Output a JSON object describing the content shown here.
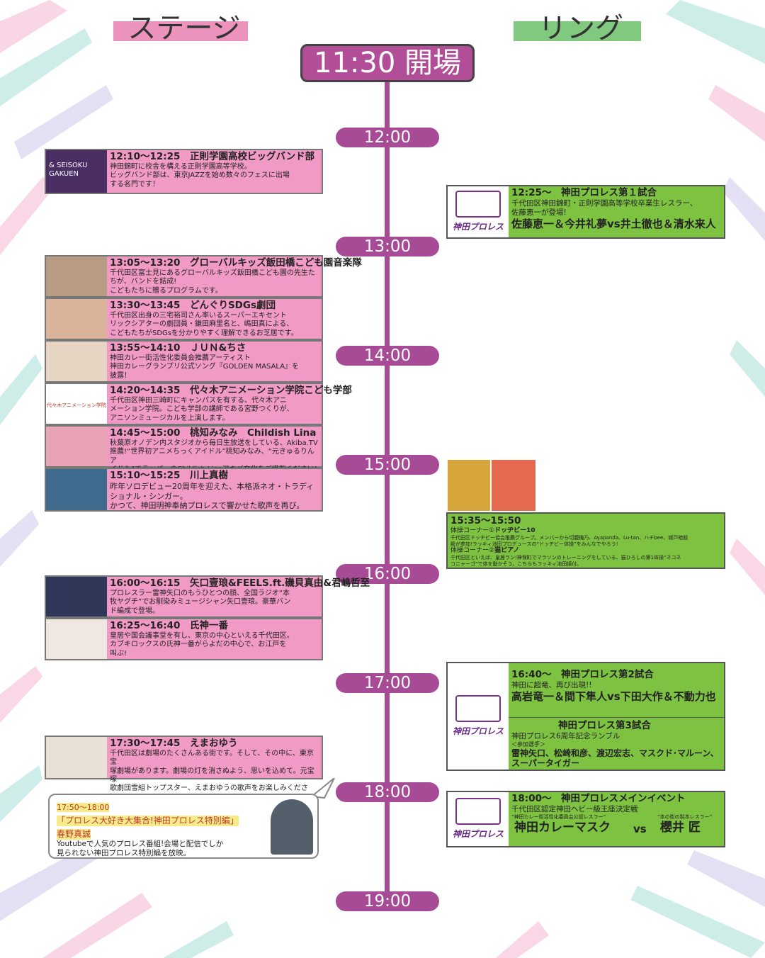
{
  "headers": {
    "stage": "ステージ",
    "ring": "リング",
    "opening": "11:30 開場"
  },
  "hours": [
    "12:00",
    "13:00",
    "14:00",
    "15:00",
    "16:00",
    "17:00",
    "18:00",
    "19:00"
  ],
  "stage": [
    {
      "logo": "& SEISOKU GAKUEN",
      "title": "12:10〜12:25　正則学園高校ビッグバンド部",
      "desc": [
        "神田錦町に校舎を構える正則学園高等学校。",
        "ビッグバンド部は、東京JAZZを始め数々のフェスに出場",
        "する名門です！"
      ]
    },
    {
      "title": "13:05〜13:20　グローバルキッズ飯田橋こども園音楽隊",
      "desc": [
        "千代田区富士見にあるグローバルキッズ飯田橋こども園の先生た",
        "ちが、バンドを結成!",
        "こどもたちに贈るプログラムです。"
      ]
    },
    {
      "title": "13:30〜13:45　どんぐりSDGs劇団",
      "desc": [
        "千代田区出身の三宅裕司さん率いるスーパーエキセント",
        "リックシアターの劇団員・鎌田麻里名と、嶋田真による、",
        "こどもたちがSDGsを分かりやすく理解できるお芝居です。"
      ]
    },
    {
      "title": "13:55〜14:10　ＪＵＮ&ちさ",
      "desc": [
        "神田カレー街活性化委員会推薦アーティスト",
        "神田カレーグランプリ公式ソング『GOLDEN MASALA』を",
        "披露！"
      ]
    },
    {
      "logo": "代々木アニメーション学院",
      "title": "14:20〜14:35　代々木アニメーション学院こども学部",
      "desc": [
        "千代田区神田三崎町にキャンパスを有する、代々木アニ",
        "メーション学院。こども学部の講師である宮野つくりが、",
        "アニソンミュージカルを上演します。"
      ]
    },
    {
      "title": "14:45〜15:00　桃知みなみ　Childish Lina",
      "desc": [
        "秋葉原オノデン内スタジオから毎日生放送をしている、Akiba.TV",
        "推薦!“世界初アニメちっくアイドル”桃知みなみ、“元きゅるりんア",
        "イドル”でラッパーのChildish Linaアキバ文化をご堪能ください!"
      ]
    },
    {
      "title": "15:10〜15:25　川上真樹",
      "desc": [
        "昨年ソロデビュー20周年を迎えた、本格派ネオ・トラディ",
        "ショナル・シンガー。",
        "かつて、神田明神奉納プロレスで響かせた歌声を再び。"
      ]
    },
    {
      "title": "16:00〜16:15　矢口壹琅&FEELS.ft.磯貝真由&君嶋哲至",
      "desc": [
        "プロレスラー雷神矢口のもうひとつの顔、全国ラジオ“本",
        "牧ヤグチ”でお馴染みミュージシャン矢口壹琅。豪華バン",
        "ド編成で登場。"
      ]
    },
    {
      "title": "16:25〜16:40　氏神一番",
      "desc": [
        "皇居や国会議事堂を有し、東京の中心といえる千代田区。",
        "カブキロックスの氏神一番がらよだの中心で、お江戸を",
        "叫ぶ!"
      ]
    },
    {
      "title": "17:30〜17:45　えまおゆう",
      "desc": [
        "千代田区は劇場のたくさんある街です。そして、その中に、東京宝",
        "塚劇場があります。劇場の灯を消さぬよう、思いを込めて。元宝塚",
        "歌劇団雪組トップスター、えまおゆうの歌声をお楽しみください。"
      ]
    }
  ],
  "bubble": {
    "time": "17:50〜18:00",
    "title": "「プロレス大好き大集合!神田プロレス特別編」",
    "name": "春野真誠",
    "desc": [
      "Youtubeで人気のプロレス番組!会場と配信でしか",
      "見られない神田プロレス特別編を放映。"
    ]
  },
  "ring": {
    "logo_word": "神田プロレス",
    "match1": {
      "title": "12:25〜　神田プロレス第１試合",
      "desc": [
        "千代田区神田錦町・正則学園高等学校卒業生レスラー、",
        "佐藤恵一が登場!"
      ],
      "card": "佐藤恵一＆今井礼夢vs井土徹也＆清水来人"
    },
    "exercise": {
      "title": "15:35〜15:50",
      "c1_label": "体操コーナー①",
      "c1_name": "ドッヂビー10",
      "c1_desc": [
        "千代田区ドッヂビー協会推薦グループ。メンバーから切腹機乃、Ayapanda、Lu-tan、ハチbee、城戸暗殺",
        "殿が参加!ラッキィ池田プロデュースの“ドッヂビー体操”をみんなでやろう!"
      ],
      "c2_label": "体操コーナー②",
      "c2_name": "猫ピアノ",
      "c2_desc": [
        "千代田区といえば、皇居ラン!神保町でマラソンのトレーニングをしている、猫ひろしの第1体操“ネコネ",
        "コニャーゴ”で体を動かそう。こちらもラッキィ池田振付。"
      ]
    },
    "match2": {
      "title": "16:40〜　神田プロレス第2試合",
      "desc": [
        "神田に超竜、再び出現!!"
      ],
      "card": "高岩竜一＆間下隼人vs下田大作＆不動力也"
    },
    "match3": {
      "title": "神田プロレス第3試合",
      "desc": [
        "神田プロレス6周年記念ランブル",
        "＜参加選手＞"
      ],
      "card": [
        "雷神矢口、松崎和彦、渡辺宏志、マスクド･マルーン、",
        "スーパータイガー"
      ]
    },
    "main": {
      "title": "18:00〜　神田プロレスメインイベント",
      "desc": "千代田区認定神田ヘビー級王座決定戦",
      "left_sub": "“神田カレー街活性化委員会公認レスラー”",
      "left": "神田カレーマスク",
      "vs": "vs",
      "right_sub": "“本の街の製本レスラー”",
      "right": "櫻井 匠"
    }
  },
  "colors": {
    "pink": "#f29ac6",
    "green": "#7ec242",
    "purple": "#a84b96"
  }
}
